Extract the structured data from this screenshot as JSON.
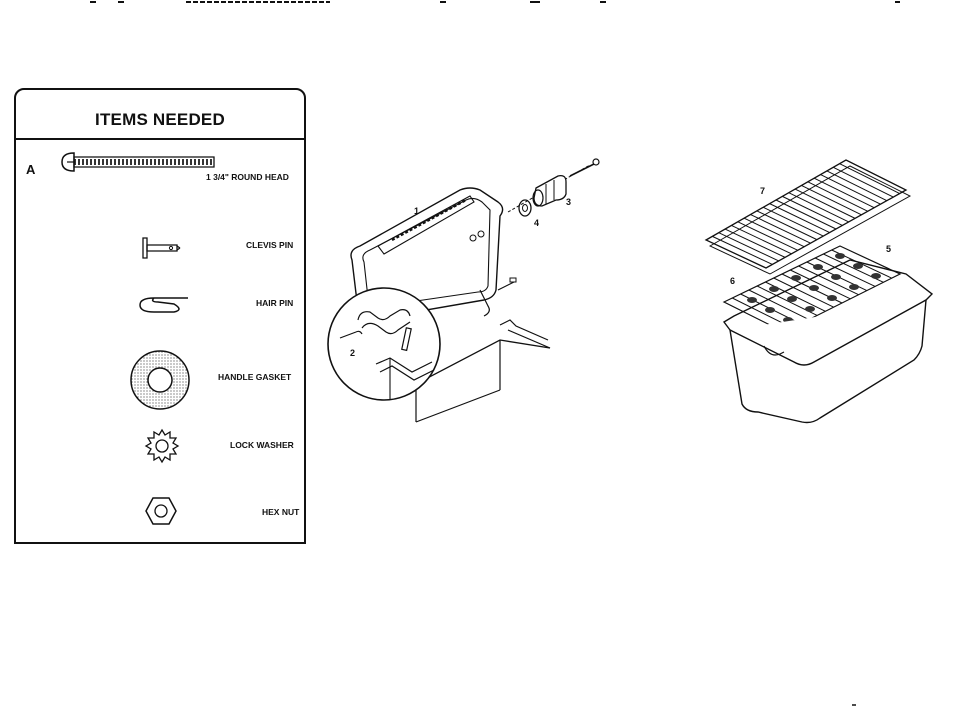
{
  "items_needed": {
    "title": "ITEMS NEEDED",
    "letter": "A",
    "items": [
      {
        "label": "1 3/4\" ROUND HEAD"
      },
      {
        "label": "CLEVIS PIN"
      },
      {
        "label": "HAIR PIN"
      },
      {
        "label": "HANDLE GASKET"
      },
      {
        "label": "LOCK WASHER"
      },
      {
        "label": "HEX NUT"
      }
    ]
  },
  "callouts": [
    "1",
    "2",
    "3",
    "4",
    "5",
    "6",
    "7"
  ]
}
